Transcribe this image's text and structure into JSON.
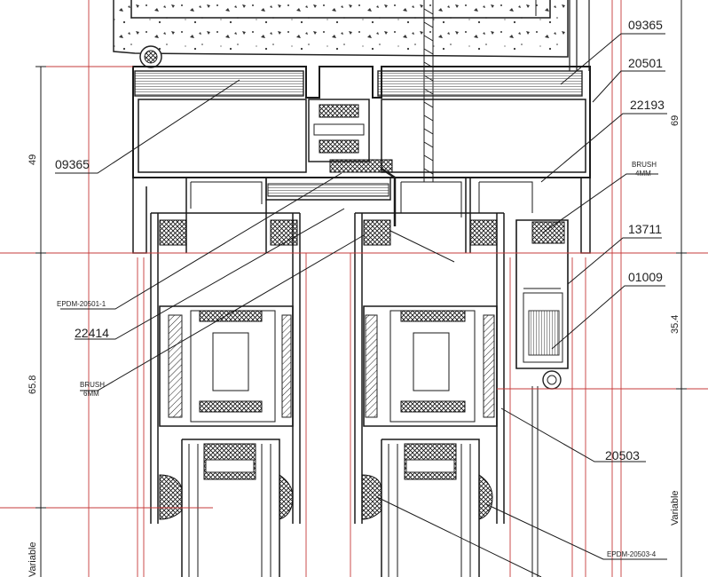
{
  "labels": {
    "p09365_a": "09365",
    "p20501": "20501",
    "p22193": "22193",
    "brush4_line1": "BRUSH",
    "brush4_line2": "4MM",
    "p13711": "13711",
    "p01009": "01009",
    "p20503": "20503",
    "epdm20503": "EPDM-20503-4",
    "p09365_b": "09365",
    "epdm20501": "EPDM-20501-1",
    "p22414": "22414",
    "brush6_line1": "BRUSH",
    "brush6_line2": "6MM"
  },
  "dimensions": {
    "left_top": "49",
    "left_mid": "65.8",
    "left_bottom": "Variable",
    "right_top": "69",
    "right_mid": "35.4",
    "right_bottom": "Variable"
  },
  "colors": {
    "line": "#1a1a1a",
    "dim_red": "#c63b3b",
    "paper": "#ffffff"
  }
}
